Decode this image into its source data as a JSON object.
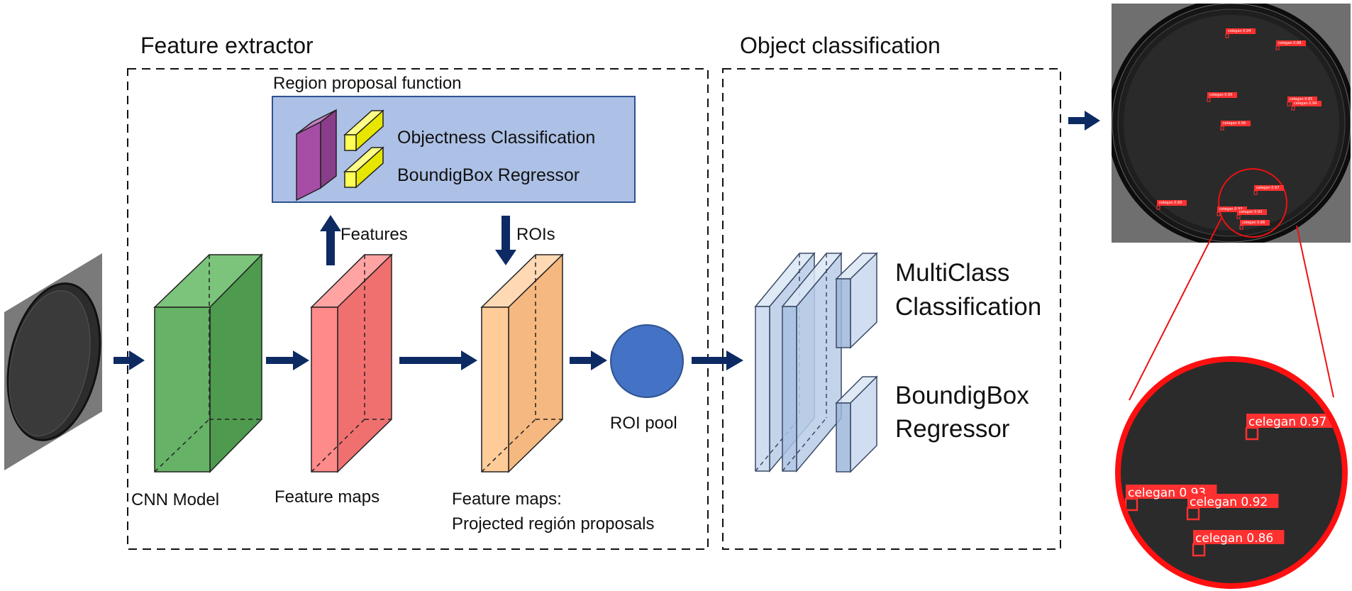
{
  "feature_extractor": {
    "title": "Feature extractor",
    "region_proposal": {
      "title": "Region proposal function",
      "objectness": "Objectness Classification",
      "bbox": "BoundigBox Regressor"
    },
    "features_arrow_label": "Features",
    "rois_arrow_label": "ROIs",
    "cnn_label": "CNN Model",
    "feature_maps_label": "Feature maps",
    "projected_label_line1": "Feature maps:",
    "projected_label_line2": "Projected región proposals",
    "roi_pool_label": "ROI pool"
  },
  "object_classification": {
    "title": "Object classification",
    "multiclass_line1": "MultiClass",
    "multiclass_line2": "Classification",
    "bbox_line1": "BoundigBox",
    "bbox_line2": "Regressor"
  },
  "detections_large": [
    {
      "label": "celegan 0.97"
    },
    {
      "label": "celegan 0.93"
    },
    {
      "label": "celegan 0.92"
    },
    {
      "label": "celegan 0.86"
    }
  ],
  "detections_small": [
    {
      "label": "celegan 0.94"
    },
    {
      "label": "celegan 0.88"
    },
    {
      "label": "celegan 0.95"
    },
    {
      "label": "celegan 0.85"
    },
    {
      "label": "celegan 0.94"
    },
    {
      "label": "celegan 0.96"
    },
    {
      "label": "celegan 0.97"
    },
    {
      "label": "celegan 0.89"
    },
    {
      "label": "celegan 0.93"
    },
    {
      "label": "celegan 0.92"
    },
    {
      "label": "celegan 0.86"
    }
  ],
  "colors": {
    "arrow": "#0d2a63",
    "green": "#66b266",
    "red": "#ff8a8a",
    "orange": "#ffcc99",
    "roi_pool": "#4472c4",
    "proposal_box": "#adc1e6",
    "detection": "#ff2020"
  }
}
